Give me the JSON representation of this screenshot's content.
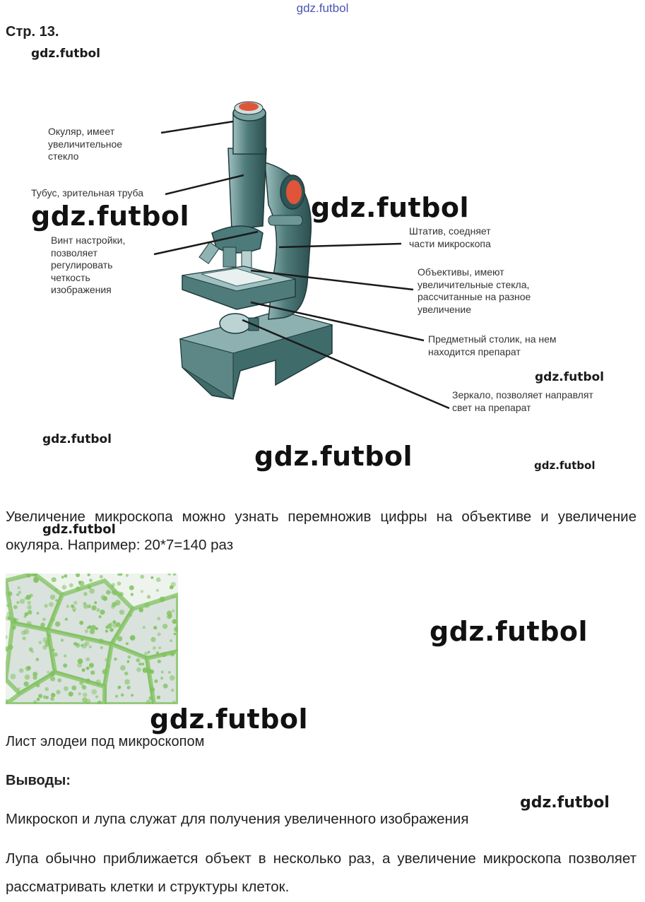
{
  "watermark_top": "gdz.futbol",
  "page_title": "Стр. 13.",
  "watermarks": {
    "w1": "gdz.futbol",
    "w2": "gdz.futbol",
    "w3": "gdz.futbol",
    "w4": "gdz.futbol",
    "w5": "gdz.futbol",
    "w6": "gdz.futbol",
    "w7": "gdz.futbol",
    "w8": "gdz.futbol",
    "w9": "gdz.futbol",
    "w10": "gdz.futbol",
    "w11": "gdz.futbol"
  },
  "diagram": {
    "labels": {
      "eyepiece": [
        "Окуляр, имеет",
        "увеличительное",
        "стекло"
      ],
      "tube": [
        "Тубус, зрительная труба"
      ],
      "focus_screw": [
        "Винт настройки,",
        "позволяет",
        "регулировать",
        "четкость",
        "изображения"
      ],
      "stand": [
        "Штатив, соедняет",
        "части микроскопа"
      ],
      "objectives": [
        "Объективы, имеют",
        "увеличительные стекла,",
        "рассчитанные на разное",
        "увеличение"
      ],
      "stage": [
        "Предметный столик, на нем",
        "находится препарат"
      ],
      "mirror": [
        "Зеркало, позволяет направлят",
        "свет на препарат"
      ]
    }
  },
  "text": {
    "magnification": "Увеличение микроскопа можно узнать перемножив цифры на объективе и увеличение окуляра. Например: 20*7=140 раз",
    "caption": "Лист элодеи под микроскопом",
    "conclusions_heading": "Выводы:",
    "conclusion_1": "Микроскоп и лупа служат для получения увеличенного изображения",
    "conclusion_2": "Лупа обычно приближается объект в несколько раз, а увеличение микроскопа позволяет рассматривать клетки и структуры клеток."
  },
  "colors": {
    "microscope_body": "#3d6a6a",
    "microscope_light": "#7aa3a3",
    "eyepiece_lens": "#e0553a",
    "elodea_cell": "#7fc25e"
  }
}
